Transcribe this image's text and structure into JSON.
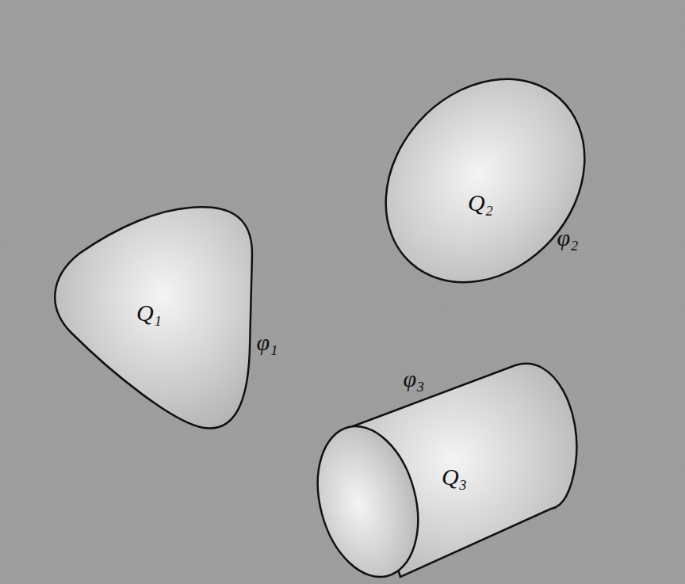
{
  "diagram": {
    "nodes": [
      {
        "text": [
          "Q₁",
          "φ₁"
        ]
      },
      {
        "text": [
          "Q₂",
          "φ₂"
        ]
      },
      {
        "text": [
          "Q₃",
          "φ₃"
        ]
      }
    ]
  }
}
